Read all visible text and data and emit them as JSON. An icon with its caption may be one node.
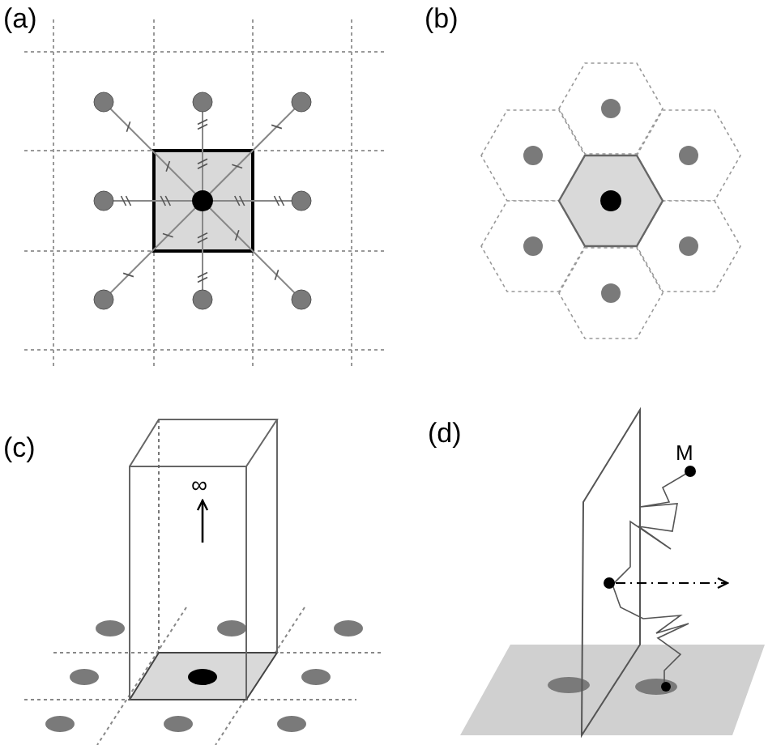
{
  "diagram": {
    "labels": [
      "(a)",
      "(b)",
      "(c)",
      "∞",
      "(d)",
      "M"
    ]
  }
}
